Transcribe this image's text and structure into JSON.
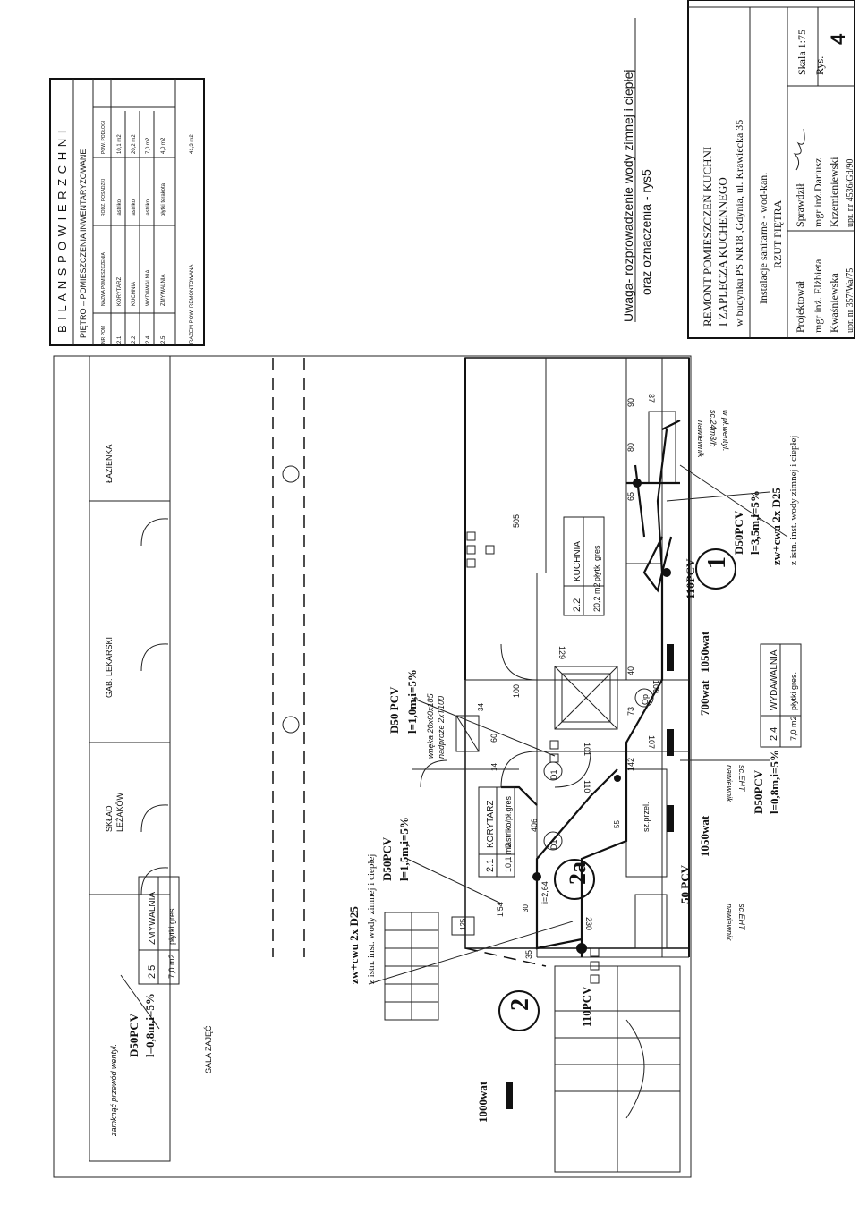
{
  "balance_table": {
    "title": "B I L A N S   P O W I E R Z C H N I",
    "subtitle": "PIĘTRO  –  POMIESZCZENIA INWENTARYZOWANE",
    "headers": [
      "NR POM",
      "NAZWA POMIESZCZENIA",
      "RODZ. POSADZKI",
      "POW. PODŁOGI"
    ],
    "rows": [
      [
        "2.1",
        "KORYTARZ",
        "lastriko",
        "10,1 m2"
      ],
      [
        "2.2",
        "KUCHNIA",
        "lastriko",
        "20,2 m2"
      ],
      [
        "2.4",
        "WYDAWALNIA",
        "lastriko",
        "7,0 m2"
      ],
      [
        "2.5",
        "ZMYWALNIA",
        "płytki terakota",
        "4,0 m2"
      ]
    ],
    "total_label": "RAZEM  POW. REMONTOWANA",
    "total_value": "41,3 m2"
  },
  "notes": {
    "line1": "Uwaga- rozprowadzenie wody zimnej i ciepłej",
    "line2": "oraz oznaczenia - rys5"
  },
  "title_block": {
    "title1": "REMONT POMIESZCZEŃ KUCHNI",
    "title2": "I ZAPLECZA  KUCHENNEGO",
    "title3": "w budynku PS NR18 ,Gdynia, ul. Krawiecka 35",
    "discipline": "Instalacje sanitarne - wod-kan.",
    "sheet_name": "RZUT PIĘTRA",
    "designer_label": "Projektował",
    "designer_name1": "mgr inż. Elżbieta",
    "designer_name2": "Kwaśniewska",
    "designer_licence": "upr. nr 357/Wa/75",
    "checker_label": "Sprawdził",
    "checker_name1": "mgr inż.Dariusz",
    "checker_name2": "Krzemieniewski",
    "checker_licence": "upr. nr 4536/Gd/90",
    "scale_label": "Skala 1:75",
    "drawing_label": "Rys.",
    "drawing_number": "4"
  },
  "rooms": {
    "lazienka": "ŁAZIENKA",
    "gab": "GAB. LEKARSKI",
    "sklad1": "SKŁAD",
    "sklad2": "LEŻAKÓW",
    "sala": "SALA ZAJĘĆ",
    "korytarz_no": "2.1",
    "korytarz_name": "KORYTARZ",
    "korytarz_area": "10,1 m2",
    "korytarz_floor": "lastriko/pł.gres",
    "kuchnia_no": "2.2",
    "kuchnia_name": "KUCHNIA",
    "kuchnia_area": "20,2 m2",
    "kuchnia_floor": "płytki gres",
    "wydawalnia_no": "2.4",
    "wydawalnia_name": "WYDAWALNIA",
    "wydawalnia_area": "7,0 m2",
    "wydawalnia_floor": "płytki gres.",
    "zmywalnia_no": "2.5",
    "zmywalnia_name": "ZMYWALNIA",
    "zmywalnia_area": "7,0 m2",
    "zmywalnia_floor": "płytki gres."
  },
  "pipe_labels": {
    "d50_top": "D50 PCV",
    "d50_top_slope": "l=1,0m,i=5%",
    "zwcwu_top": "zw+cwu   2x D25",
    "zwcwu_top_src": "z istn. inst. wody zimnej i ciepłej",
    "d50_mid": "D50PCV",
    "d50_mid_slope": "l=1,5m,i=5%",
    "d50_bot1": "D50PCV",
    "d50_bot1_slope": "l=0,8m,i=5%",
    "d50_bot2": "D50PCV",
    "d50_bot2_slope": "l=0,8m,i=5%",
    "d50_right": "D50PCV",
    "d50_right_slope": "l=3,5m,i=5%",
    "zwcwu_right": "zw+cwu     2x D25",
    "zwcwu_right_src": "z istn. inst. wody zimnej i ciepłej",
    "p110_a": "110PCV",
    "p110_b": "110PCV",
    "p50_a": "50 PCV",
    "wiring_note": "zamknąć przewód wentyl.",
    "slope_24": "i=2,64",
    "wozka1": "wnęka  20x60x185",
    "wozka2": "nadproże  2xT100",
    "wall_note1": "nawiewnik",
    "wall_note2": "sc.EHT",
    "vent_note1": "nawiewnik",
    "vent_note2": "sc.24m3/h",
    "vent_note3": "w pł.wentyl.",
    "szprzel": "sz.przel."
  },
  "symbols": {
    "riser_2": "2",
    "riser_2a": "2a",
    "riser_1": "1",
    "d1a": "D1",
    "d1b": "D1",
    "op": "Op"
  },
  "heaters": {
    "h1": "1000wat",
    "h2": "1050wat",
    "h3": "700wat",
    "h4": "1050wat"
  },
  "dimensions": {
    "d505": "505",
    "d406": "406",
    "d154": "1'54",
    "d125": "125",
    "d100": "100",
    "d60": "60",
    "d34": "34",
    "d14": "14",
    "d129": "129",
    "d65": "65",
    "d80": "80",
    "d90": "90",
    "d40": "40",
    "d73": "73",
    "d142": "142",
    "d107": "107",
    "d101": "101",
    "d110": "110",
    "d230": "230",
    "d35": "35",
    "d30": "30",
    "d55": "55",
    "d37": "37",
    "d100b": "100"
  }
}
